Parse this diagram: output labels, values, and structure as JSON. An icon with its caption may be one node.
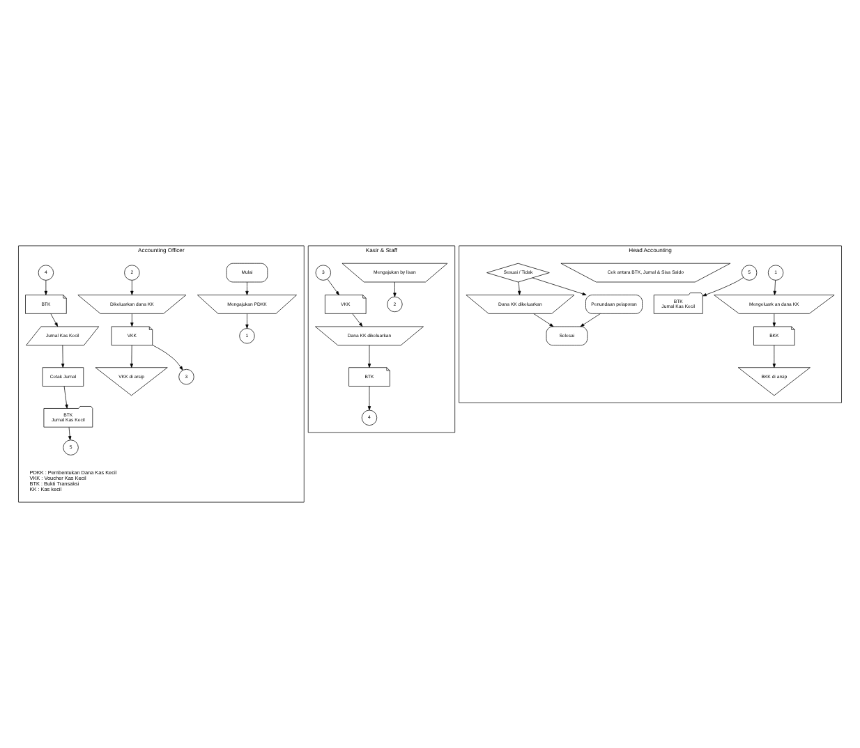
{
  "diagram": {
    "nodes": [
      {
        "text": [
          "Accounting Officer"
        ]
      },
      {
        "text": [
          "Mulai"
        ],
        "in": 0
      },
      {
        "text": [
          "Mengajukan PDKK"
        ],
        "in": 0
      },
      {
        "text": [
          "1"
        ],
        "in": 0
      },
      {
        "text": [
          "2"
        ],
        "in": 0
      },
      {
        "text": [
          "Dikeluarkan dana KK"
        ],
        "in": 0
      },
      {
        "text": [
          "VKK"
        ],
        "in": 0
      },
      {
        "text": [
          "VKK di arsip"
        ],
        "in": 0
      },
      {
        "text": [
          "3"
        ],
        "in": 0
      },
      {
        "text": [
          "4"
        ],
        "in": 0
      },
      {
        "text": [
          "BTK"
        ],
        "in": 0
      },
      {
        "text": [
          "Jurnal Kas Kecil"
        ],
        "in": 0
      },
      {
        "text": [
          "Cetak Jurnal"
        ],
        "in": 0
      },
      {
        "text": [
          "BTK",
          "Jurnal Kas Kecil"
        ],
        "in": 0
      },
      {
        "text": [
          "5"
        ],
        "in": 0
      },
      {
        "text": [
          "Kasir & Staff"
        ]
      },
      {
        "text": [
          "Mengajukan by lisan"
        ],
        "in": 15
      },
      {
        "text": [
          "2"
        ],
        "in": 15
      },
      {
        "text": [
          "3"
        ],
        "in": 15
      },
      {
        "text": [
          "VKK"
        ],
        "in": 15
      },
      {
        "text": [
          "Dana KK dikeluarkan"
        ],
        "in": 15
      },
      {
        "text": [
          "BTK"
        ],
        "in": 15
      },
      {
        "text": [
          "4"
        ],
        "in": 15
      },
      {
        "text": [
          "Head Accounting"
        ]
      },
      {
        "text": [
          "1"
        ],
        "in": 23
      },
      {
        "text": [
          "Mengeluark an dana KK"
        ],
        "in": 23
      },
      {
        "text": [
          "BKK"
        ],
        "in": 23
      },
      {
        "text": [
          "BKK di arsip"
        ],
        "in": 23
      },
      {
        "text": [
          "5"
        ],
        "in": 23
      },
      {
        "text": [
          "BTK",
          "Jurnal Kas Kecil"
        ],
        "in": 23
      },
      {
        "text": [
          "Cek antara BTK, Jurnal & Sisa Saldo"
        ],
        "in": 23
      },
      {
        "text": [
          "Sesuai / Tidak"
        ],
        "in": 23
      },
      {
        "text": [
          "Dana KK dikeluarkan"
        ],
        "in": 23
      },
      {
        "text": [
          "Penundaan pelaporan"
        ],
        "in": 23
      },
      {
        "text": [
          "Selesai"
        ],
        "in": 23
      }
    ],
    "edges": [
      {
        "from": 1,
        "to": 2,
        "arrow": "to"
      },
      {
        "from": 2,
        "to": 3,
        "arrow": "to"
      },
      {
        "from": 4,
        "to": 5,
        "arrow": "to"
      },
      {
        "from": 5,
        "to": 6,
        "arrow": "to"
      },
      {
        "from": 6,
        "to": 7,
        "arrow": "to"
      },
      {
        "from": 6,
        "to": 8,
        "arrow": "to"
      },
      {
        "from": 9,
        "to": 10,
        "arrow": "to"
      },
      {
        "from": 10,
        "to": 11,
        "arrow": "to"
      },
      {
        "from": 11,
        "to": 12,
        "arrow": "to"
      },
      {
        "from": 12,
        "to": 13,
        "arrow": "to"
      },
      {
        "from": 13,
        "to": 14,
        "arrow": "to"
      },
      {
        "from": 16,
        "to": 17,
        "arrow": "to"
      },
      {
        "from": 18,
        "to": 19,
        "arrow": "to"
      },
      {
        "from": 19,
        "to": 20,
        "arrow": "to"
      },
      {
        "from": 20,
        "to": 21,
        "arrow": "to"
      },
      {
        "from": 21,
        "to": 22,
        "arrow": "to"
      },
      {
        "from": 24,
        "to": 25,
        "arrow": "to"
      },
      {
        "from": 25,
        "to": 26,
        "arrow": "to"
      },
      {
        "from": 26,
        "to": 27,
        "arrow": "to"
      },
      {
        "from": 28,
        "to": 29,
        "arrow": "to"
      },
      {
        "from": 31,
        "to": 32,
        "arrow": "to"
      },
      {
        "from": 31,
        "to": 33,
        "arrow": "to"
      },
      {
        "from": 32,
        "to": 34,
        "arrow": "to"
      },
      {
        "from": 33,
        "to": 34,
        "arrow": "to"
      }
    ],
    "labels": [
      "PDKK : Pembentukan Dana Kas Kecil",
      "VKK : Voucher Kas Kecil",
      "BTK : Bukti Transaksi",
      "KK : Kas kecil"
    ]
  }
}
